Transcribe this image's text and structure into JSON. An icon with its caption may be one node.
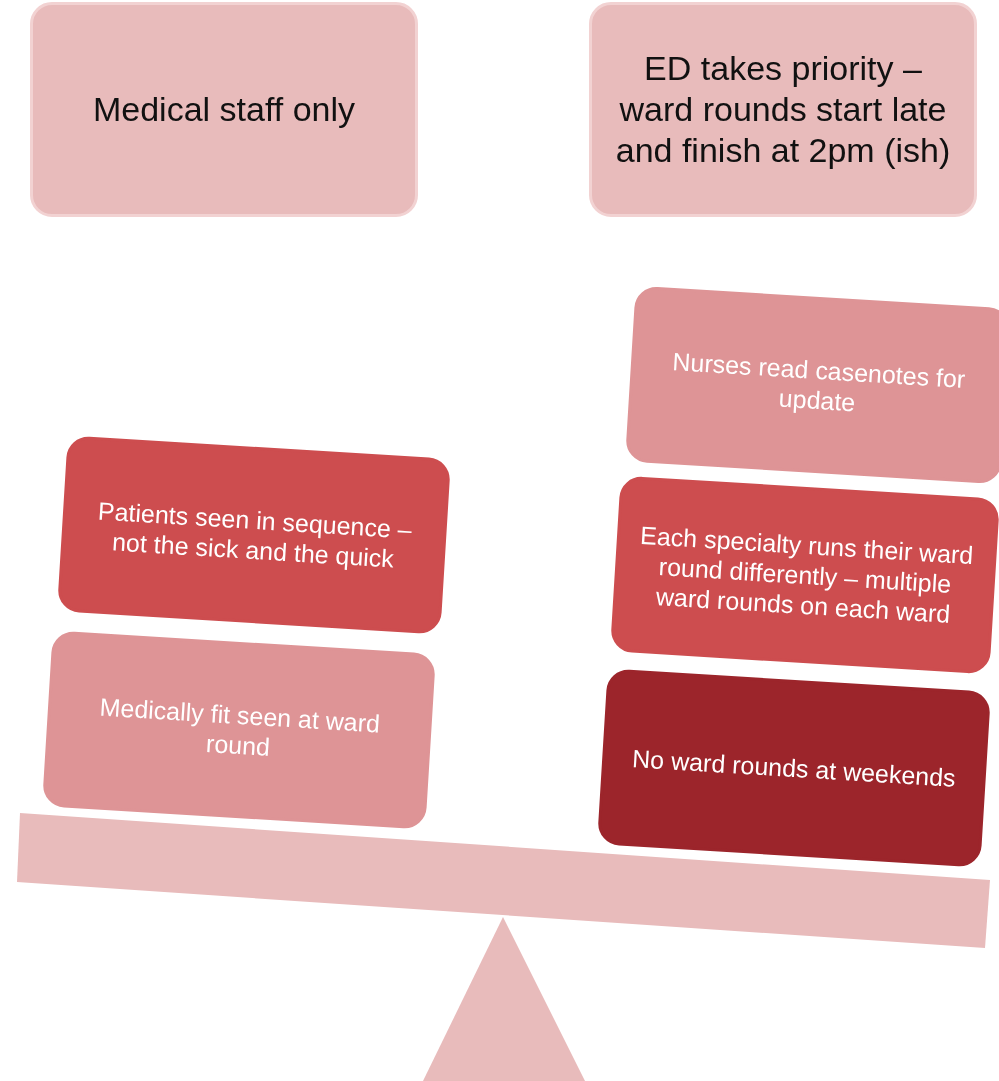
{
  "diagram": {
    "nodes": [
      {
        "text": [
          "Medical staff only"
        ]
      },
      {
        "text": [
          "ED takes priority – ward rounds start late and finish at 2pm (ish)"
        ]
      },
      {
        "text": [
          "Patients seen in sequence – not the sick and the quick"
        ]
      },
      {
        "text": [
          "Medically fit seen at ward round"
        ]
      },
      {
        "text": [
          "Nurses read casenotes for update"
        ]
      },
      {
        "text": [
          "Each specialty runs their ward round differently – multiple ward rounds on each ward"
        ]
      },
      {
        "text": [
          "No ward rounds at weekends"
        ]
      }
    ]
  }
}
